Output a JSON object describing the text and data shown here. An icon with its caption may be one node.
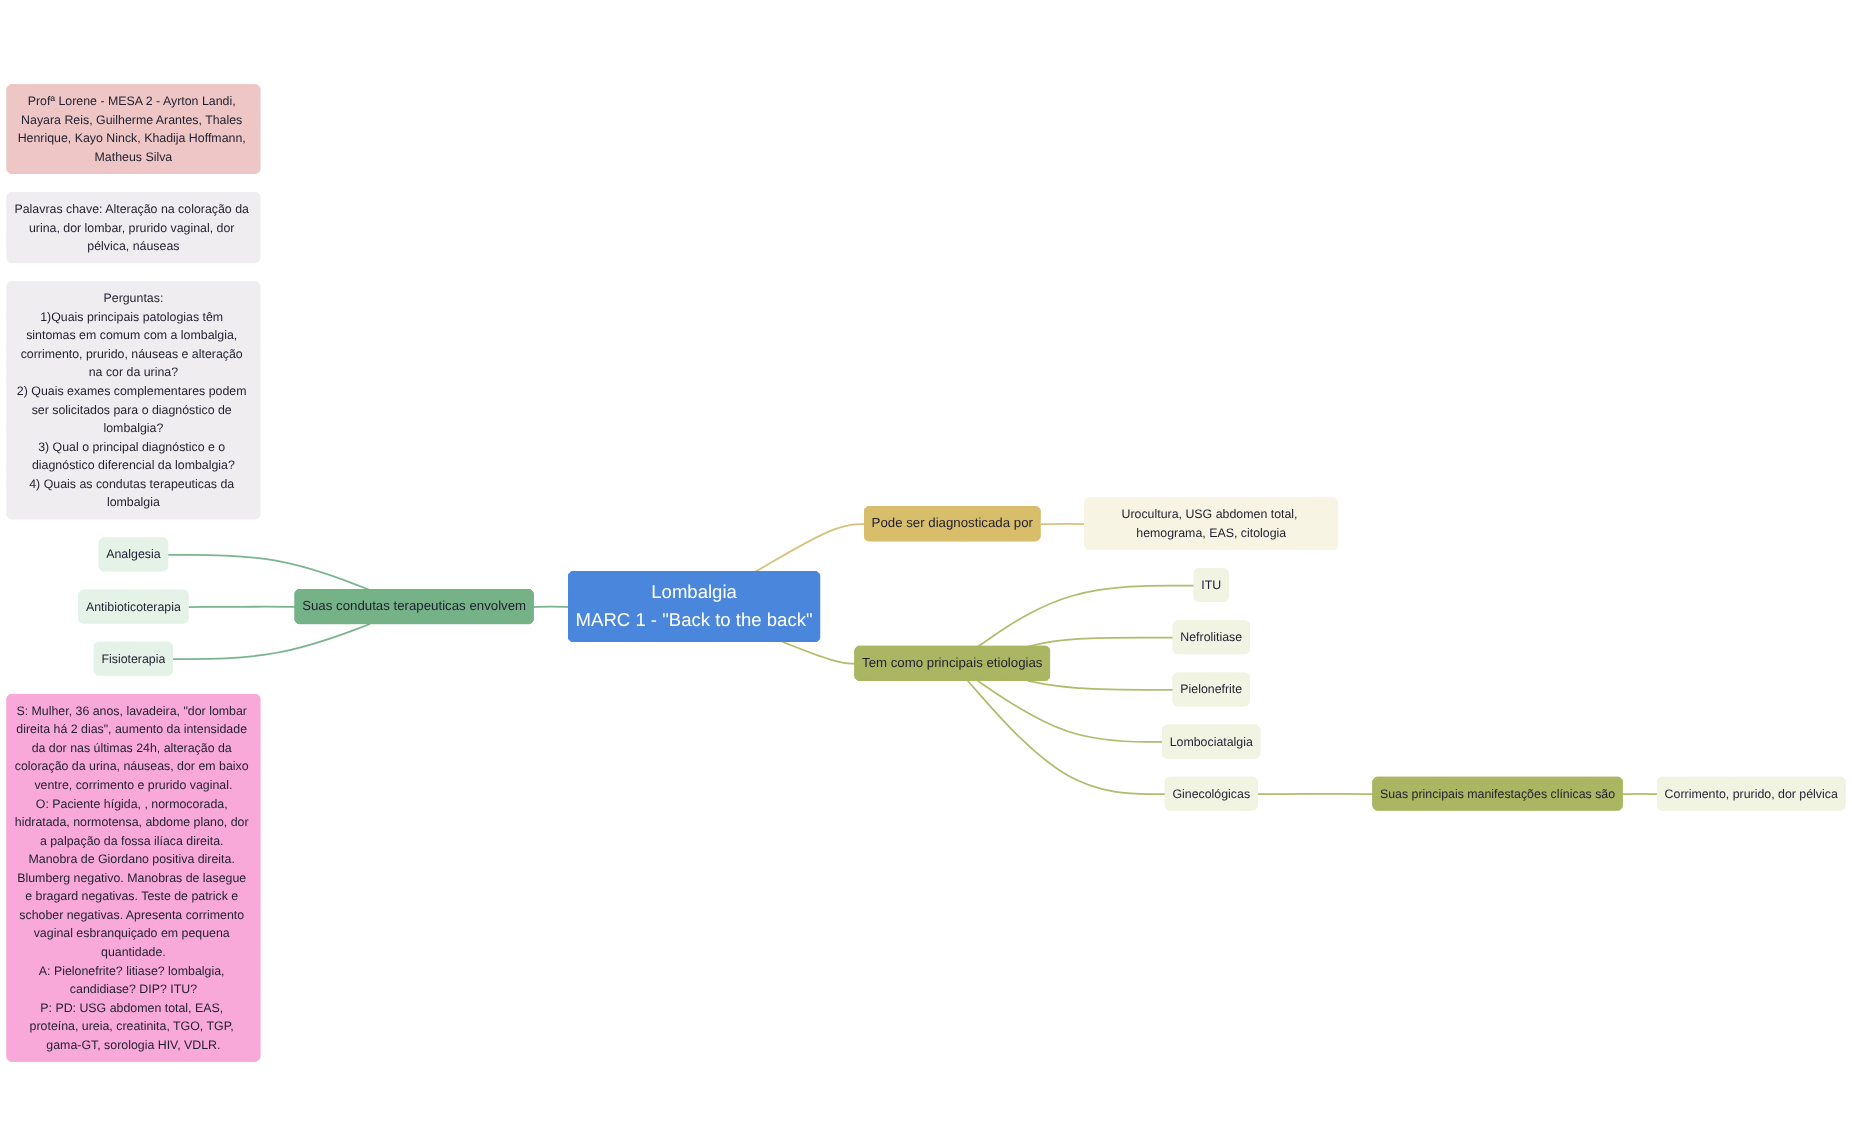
{
  "diagram": {
    "nodes": [
      {
        "text": [
          "Profª Lorene - MESA 2 - Ayrton Landi, Nayara Reis, Guilherme Arantes, Thales Henrique, Kayo Ninck, Khadija Hoffmann, Matheus Silva"
        ]
      },
      {
        "text": [
          "Palavras chave: Alteração na coloração da urina, dor lombar, prurido vaginal, dor pélvica, náuseas"
        ]
      },
      {
        "text": [
          "Perguntas:",
          "1)Quais principais patologias têm sintomas em comum com a lombalgia, corrimento, prurido, náuseas e alteração na cor da urina?",
          "2) Quais exames complementares podem ser solicitados para o diagnóstico de lombalgia?",
          "3) Qual o principal diagnóstico e o diagnóstico diferencial da lombalgia?",
          "4) Quais as condutas terapeuticas da lombalgia"
        ]
      },
      {
        "text": [
          "Lombalgia",
          "MARC 1 - \"Back to the back\""
        ]
      },
      {
        "text": [
          "Pode ser diagnosticada por"
        ]
      },
      {
        "text": [
          "Urocultura, USG abdomen total, hemograma, EAS, citologia"
        ]
      },
      {
        "text": [
          "Tem como principais etiologias"
        ]
      },
      {
        "text": [
          "ITU"
        ]
      },
      {
        "text": [
          "Nefrolitiase"
        ]
      },
      {
        "text": [
          "Pielonefrite"
        ]
      },
      {
        "text": [
          "Lombociatalgia"
        ]
      },
      {
        "text": [
          "Ginecológicas"
        ]
      },
      {
        "text": [
          "Suas principais manifestações clínicas são"
        ]
      },
      {
        "text": [
          "Corrimento, prurido, dor pélvica"
        ]
      },
      {
        "text": [
          "Suas condutas terapeuticas envolvem"
        ]
      },
      {
        "text": [
          "Analgesia"
        ]
      },
      {
        "text": [
          "Antibioticoterapia"
        ]
      },
      {
        "text": [
          "Fisioterapia"
        ]
      },
      {
        "text": [
          "S: Mulher, 36 anos, lavadeira, \"dor lombar direita há 2 dias\", aumento da intensidade da dor nas últimas 24h, alteração da coloração da urina, náuseas, dor em baixo ventre, corrimento e prurido vaginal.",
          "O: Paciente hígida, , normocorada, hidratada, normotensa, abdome plano, dor a palpação da fossa ilíaca direita. Manobra de Giordano positiva direita. Blumberg negativo. Manobras de lasegue e bragard negativas. Teste de patrick e schober negativas. Apresenta corrimento vaginal esbranquiçado em pequena quantidade.",
          "A: Pielonefrite? litiase? lombalgia, candidiase? DIP? ITU?",
          "P: PD: USG abdomen total, EAS, proteína, ureia, creatinita, TGO, TGP, gama-GT, sorologia HIV, VDLR."
        ]
      }
    ],
    "edges": [
      {
        "from": 3,
        "to": 4,
        "arrow": "none",
        "color": "#d6c27c"
      },
      {
        "from": 4,
        "to": 5,
        "arrow": "none",
        "color": "#d6c27c"
      },
      {
        "from": 3,
        "to": 6,
        "arrow": "none"
      },
      {
        "from": 6,
        "to": 7,
        "arrow": "none"
      },
      {
        "from": 6,
        "to": 8,
        "arrow": "none"
      },
      {
        "from": 6,
        "to": 9,
        "arrow": "none"
      },
      {
        "from": 6,
        "to": 10,
        "arrow": "none"
      },
      {
        "from": 6,
        "to": 11,
        "arrow": "none"
      },
      {
        "from": 11,
        "to": 12,
        "arrow": "none"
      },
      {
        "from": 12,
        "to": 13,
        "arrow": "none"
      },
      {
        "from": 14,
        "to": 3,
        "arrow": "none",
        "color": "#7ab58f"
      },
      {
        "from": 15,
        "to": 14,
        "arrow": "none",
        "color": "#7ab58f"
      },
      {
        "from": 16,
        "to": 14,
        "arrow": "none",
        "color": "#7ab58f"
      },
      {
        "from": 17,
        "to": 14,
        "arrow": "none",
        "color": "#7ab58f"
      }
    ]
  }
}
